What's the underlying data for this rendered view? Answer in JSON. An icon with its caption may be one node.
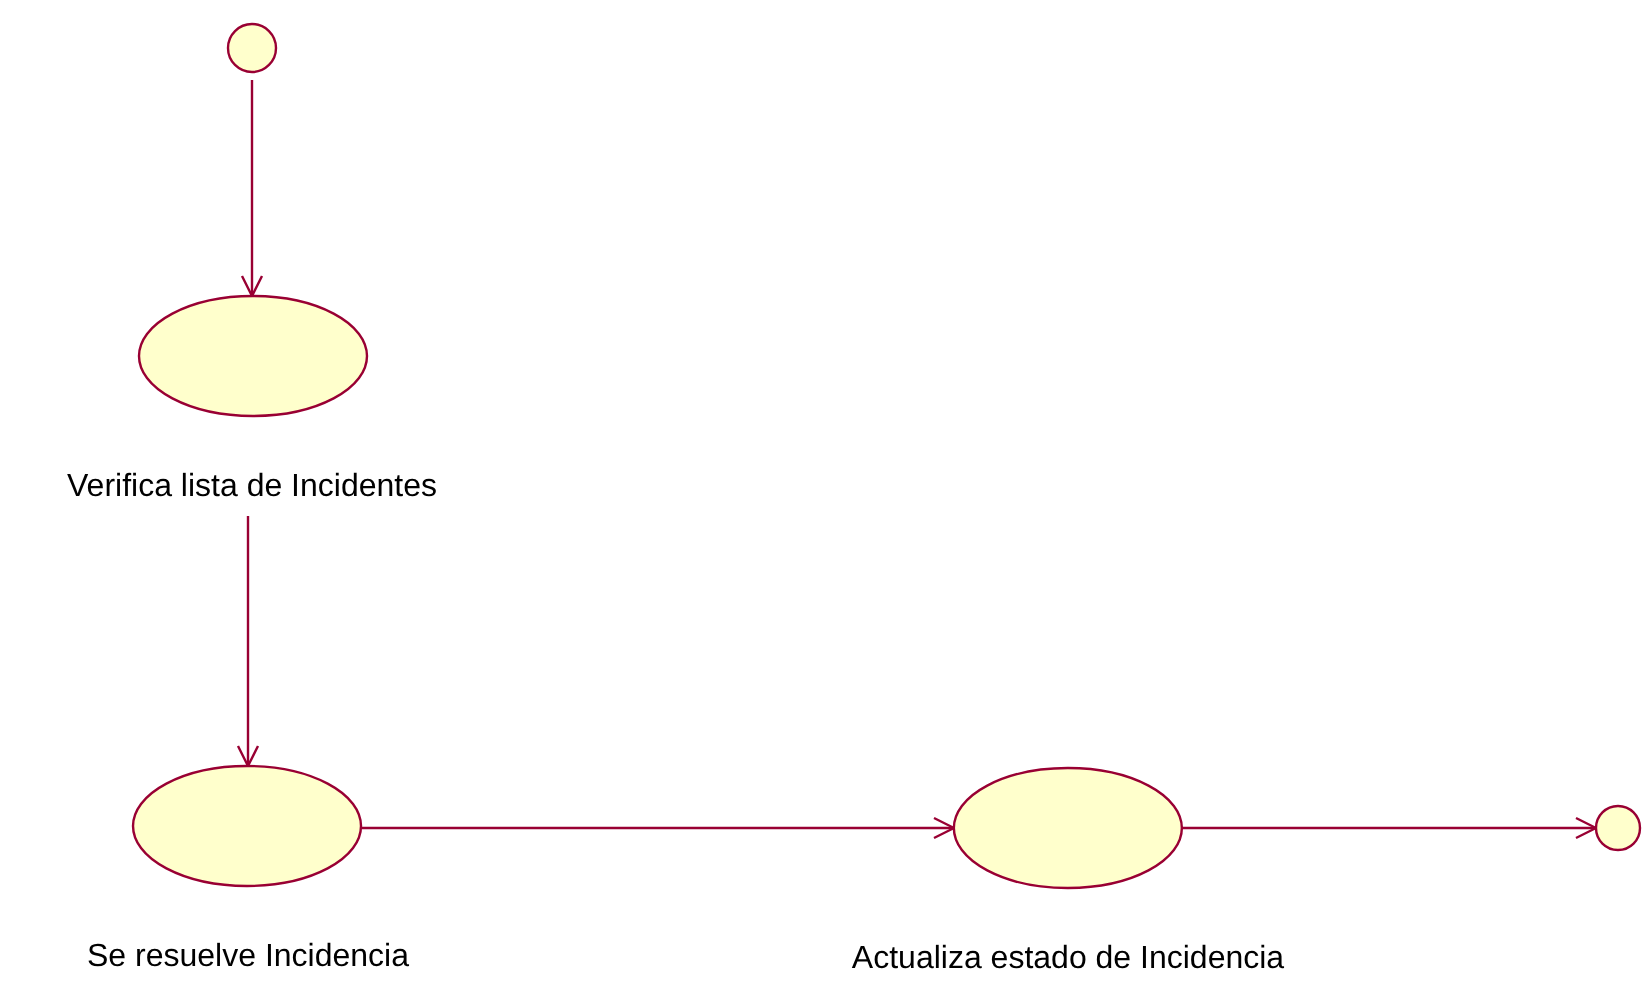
{
  "diagram": {
    "nodes": [
      {
        "text": [],
        "shape": "circle"
      },
      {
        "text": [
          "Verifica lista de Incidentes"
        ]
      },
      {
        "text": [
          "Se resuelve Incidencia"
        ]
      },
      {
        "text": [
          "Actualiza estado de Incidencia"
        ]
      },
      {
        "text": [],
        "shape": "circle"
      }
    ],
    "edges": [
      {
        "from": 0,
        "to": 1,
        "arrow": "to"
      },
      {
        "from": 1,
        "to": 2,
        "arrow": "to"
      },
      {
        "from": 2,
        "to": 3,
        "arrow": "to"
      },
      {
        "from": 3,
        "to": 4,
        "arrow": "to"
      }
    ]
  }
}
